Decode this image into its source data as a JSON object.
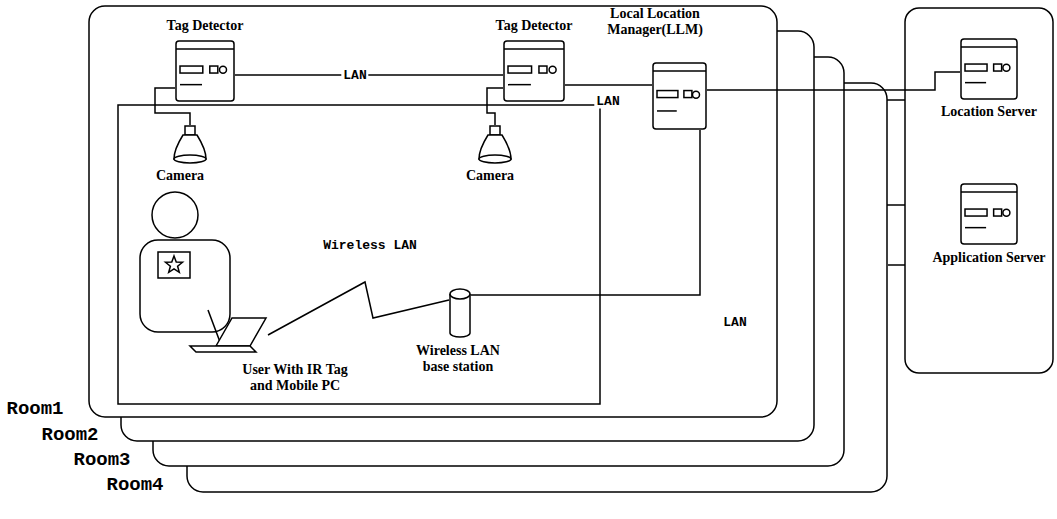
{
  "diagram": {
    "nodes": [
      {
        "text": [
          "Room1"
        ]
      },
      {
        "text": [
          "Room2"
        ]
      },
      {
        "text": [
          "Room3"
        ]
      },
      {
        "text": [
          "Room4"
        ]
      },
      {
        "text": [
          "Tag Detector"
        ],
        "in": 0
      },
      {
        "text": [
          "Tag Detector"
        ],
        "in": 0
      },
      {
        "text": [
          "Local Location Manager(LLM)"
        ],
        "in": 0
      },
      {
        "text": [
          "Camera"
        ],
        "in": 0
      },
      {
        "text": [
          "Camera"
        ],
        "in": 0
      },
      {
        "text": [
          "User With IR Tag and Mobile PC"
        ],
        "in": 0
      },
      {
        "text": [
          "Wireless LAN base station"
        ],
        "in": 0
      },
      {
        "text": [
          "Location Server"
        ]
      },
      {
        "text": [
          "Application Server"
        ]
      }
    ],
    "edges": [
      {
        "from": 4,
        "to": 5,
        "arrow": "none",
        "label": "LAN"
      },
      {
        "from": 5,
        "to": 6,
        "arrow": "none",
        "label": "LAN"
      },
      {
        "from": 4,
        "to": 7,
        "arrow": "none"
      },
      {
        "from": 5,
        "to": 8,
        "arrow": "none"
      },
      {
        "from": 9,
        "to": 10,
        "arrow": "none",
        "label": "Wireless LAN"
      },
      {
        "from": 10,
        "to": 6,
        "arrow": "none",
        "label": "LAN"
      },
      {
        "from": 6,
        "to": 11,
        "arrow": "none"
      }
    ]
  }
}
